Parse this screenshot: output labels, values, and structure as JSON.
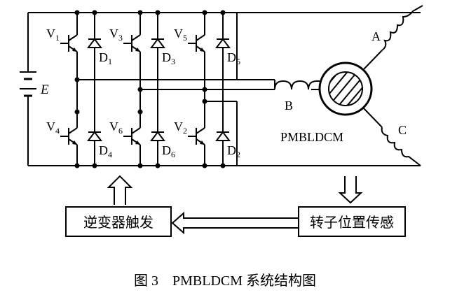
{
  "labels": {
    "source": "E",
    "motor": "PMBLDCM",
    "phase_a": "A",
    "phase_b": "B",
    "phase_c": "C"
  },
  "switches": [
    {
      "letter": "V",
      "num": "1"
    },
    {
      "letter": "V",
      "num": "3"
    },
    {
      "letter": "V",
      "num": "5"
    },
    {
      "letter": "V",
      "num": "4"
    },
    {
      "letter": "V",
      "num": "6"
    },
    {
      "letter": "V",
      "num": "2"
    }
  ],
  "diodes": [
    {
      "letter": "D",
      "num": "1"
    },
    {
      "letter": "D",
      "num": "3"
    },
    {
      "letter": "D",
      "num": "5"
    },
    {
      "letter": "D",
      "num": "4"
    },
    {
      "letter": "D",
      "num": "6"
    },
    {
      "letter": "D",
      "num": "2"
    }
  ],
  "blocks": {
    "inverter_trigger": "逆变器触发",
    "rotor_sensor": "转子位置传感"
  },
  "caption": "图 3　PMBLDCM 系统结构图"
}
